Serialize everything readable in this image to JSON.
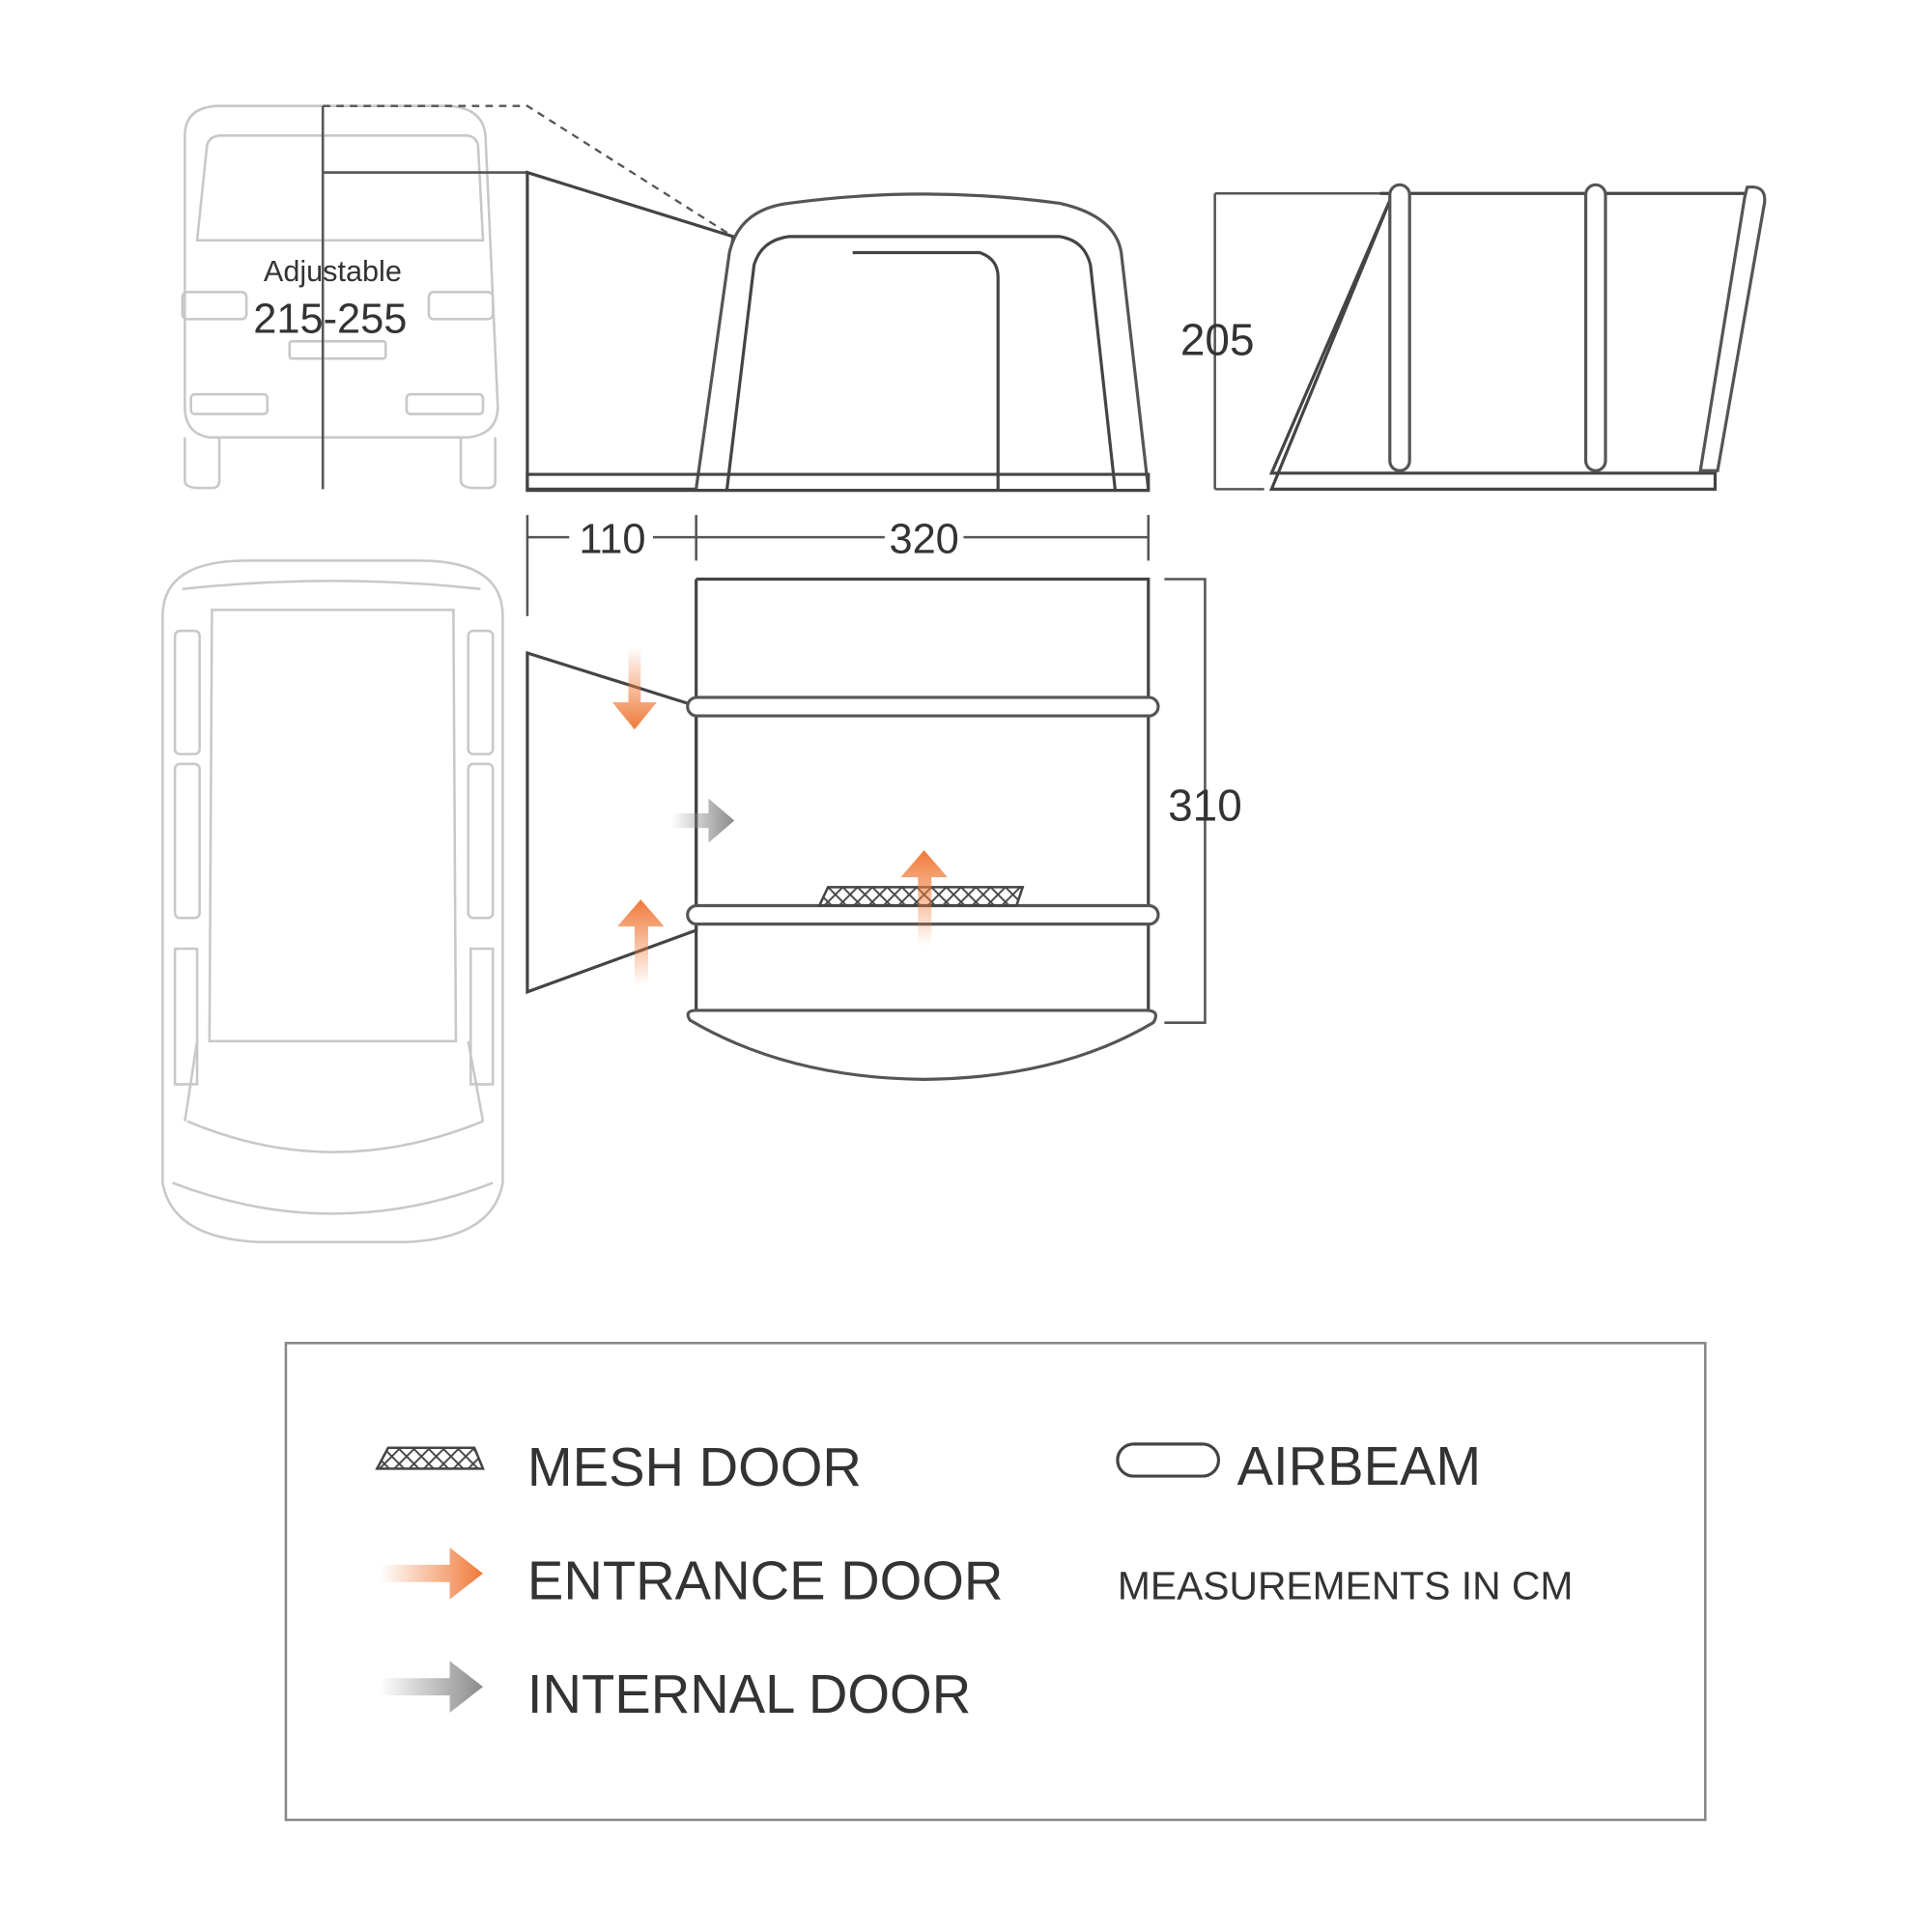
{
  "labels": {
    "adjustable": "Adjustable",
    "adjustable_range": "215-255",
    "width_annex": "110",
    "width_main": "320",
    "height": "205",
    "depth": "310"
  },
  "legend": {
    "mesh_door": "MESH DOOR",
    "entrance_door": "ENTRANCE DOOR",
    "internal_door": "INTERNAL DOOR",
    "airbeam": "AIRBEAM",
    "units_note": "MEASUREMENTS IN CM"
  },
  "colors": {
    "entrance_arrow": "#f07a3a",
    "internal_arrow": "#8a8a8a",
    "vehicle_outline": "#c8c8c8",
    "tent_outline": "#444444"
  }
}
